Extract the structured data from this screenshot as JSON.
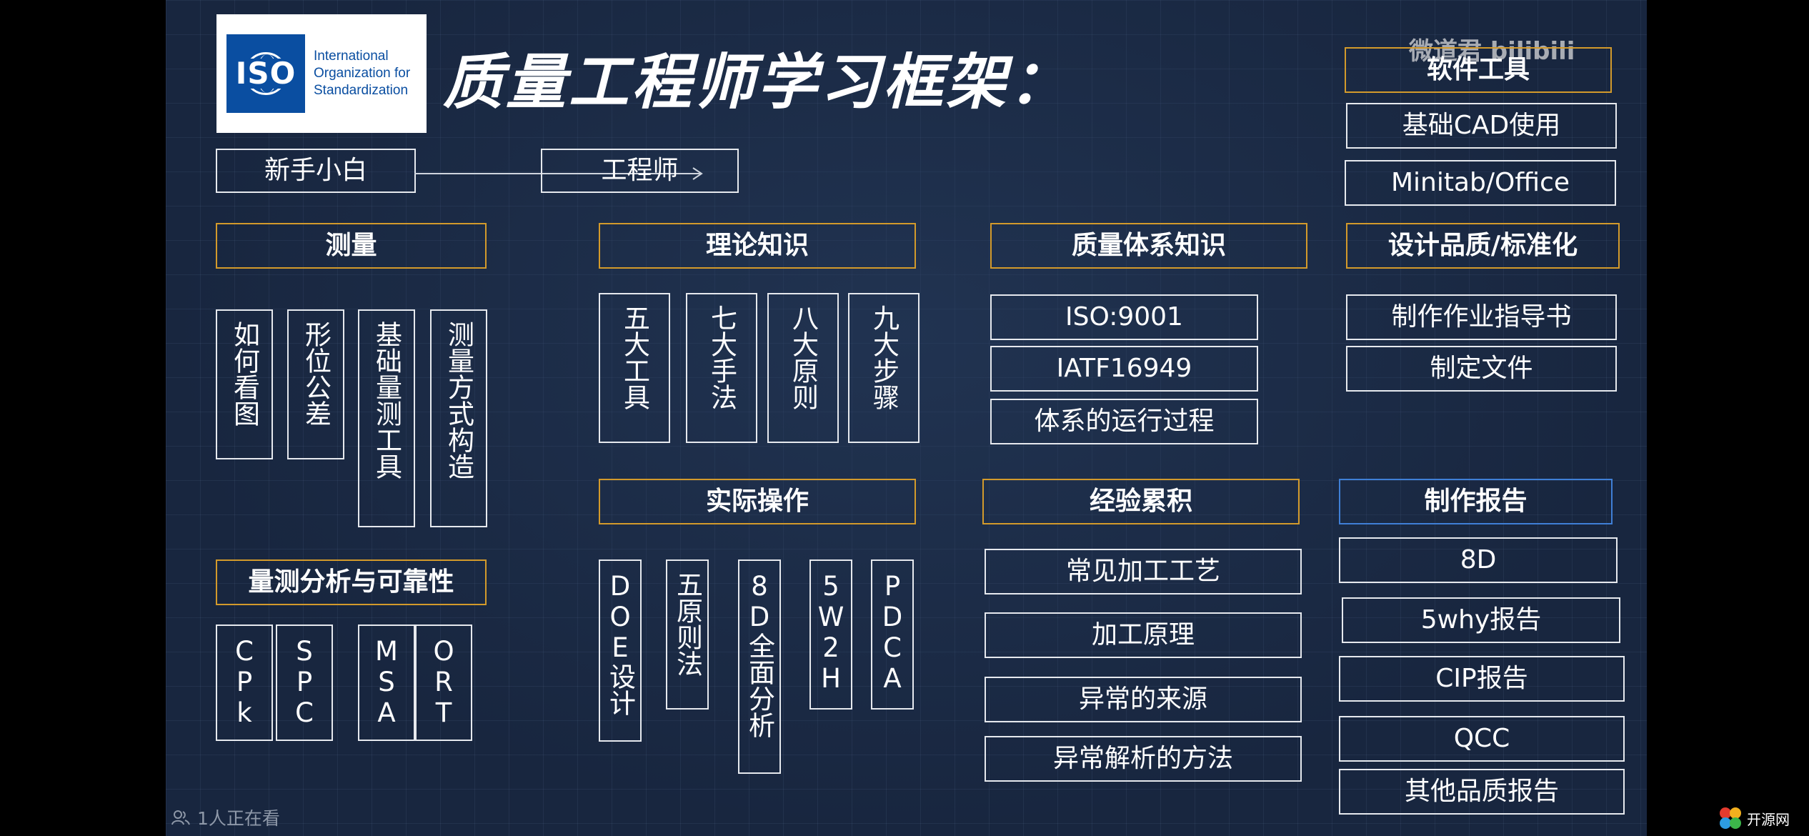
{
  "logo": {
    "mark": "ISO",
    "org_lines": [
      "International",
      "Organization for",
      "Standardization"
    ]
  },
  "title": "质量工程师学习框架：",
  "watermark": "微道君 bilibili",
  "path": {
    "from": "新手小白",
    "to": "工程师"
  },
  "measure": {
    "header": "测量",
    "items": [
      "如何看图",
      "形位公差",
      "基础量测工具",
      "测量方式构造"
    ]
  },
  "msa": {
    "header": "量测分析与可靠性",
    "items": [
      "CPk",
      "SPC",
      "MSA",
      "ORT"
    ]
  },
  "theory": {
    "header": "理论知识",
    "items": [
      "五大工具",
      "七大手法",
      "八大原则",
      "九大步骤"
    ]
  },
  "practice": {
    "header": "实际操作",
    "items": [
      "DOE设计",
      "五原则法",
      "8D全面分析",
      "5W2H",
      "PDCA"
    ]
  },
  "system": {
    "header": "质量体系知识",
    "items": [
      "ISO:9001",
      "IATF16949",
      "体系的运行过程"
    ]
  },
  "experience": {
    "header": "经验累积",
    "items": [
      "常见加工工艺",
      "加工原理",
      "异常的来源",
      "异常解析的方法"
    ]
  },
  "software": {
    "header": "软件工具",
    "items": [
      "基础CAD使用",
      "Minitab/Office"
    ]
  },
  "design": {
    "header": "设计品质/标准化",
    "items": [
      "制作作业指导书",
      "制定文件"
    ]
  },
  "report": {
    "header": "制作报告",
    "items": [
      "8D",
      "5why报告",
      "CIP报告",
      "QCC",
      "其他品质报告"
    ]
  },
  "viewers": "1人正在看",
  "corner_logo": "开源网"
}
